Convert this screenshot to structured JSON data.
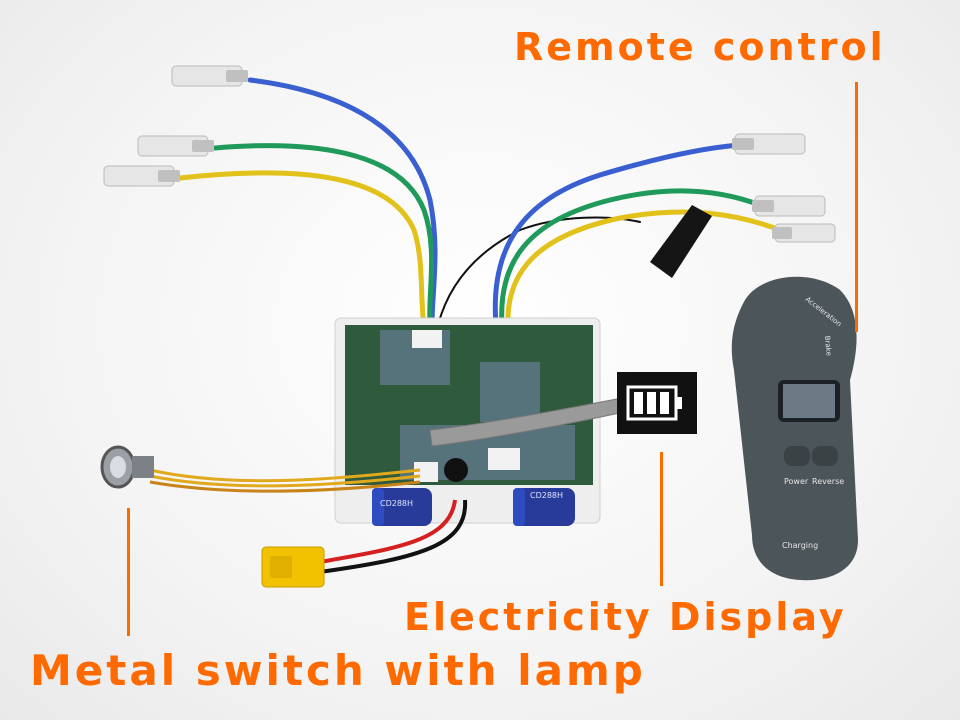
{
  "callouts": {
    "remote_control": "Remote control",
    "electricity_display": "Electricity Display",
    "metal_switch": "Metal switch with lamp"
  },
  "remote": {
    "accel_label": "Acceleration",
    "brake_label": "Brake",
    "power_label": "Power",
    "reverse_label": "Reverse",
    "charging_label": "Charging"
  },
  "capacitors": {
    "left_label": "CD288H",
    "right_label": "CD288H"
  },
  "colors": {
    "accent": "#ff6a00",
    "pcb": "#2f5a3b",
    "wire_blue": "#3a5fd0",
    "wire_green": "#1f9a5a",
    "wire_yellow": "#e2c21a",
    "remote_body": "#4c5559"
  }
}
